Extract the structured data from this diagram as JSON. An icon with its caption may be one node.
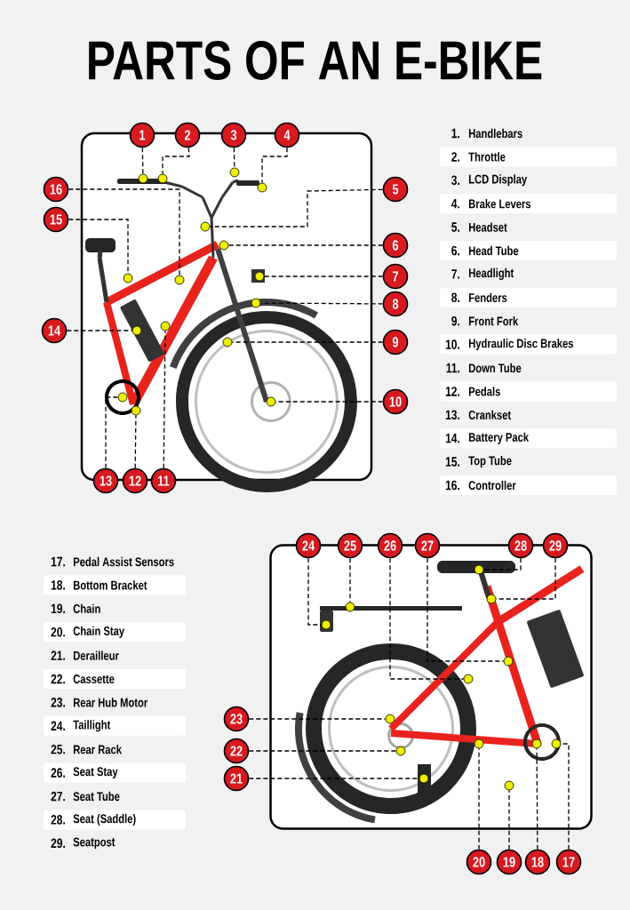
{
  "diagram": {
    "title": "PARTS OF AN E-BIKE",
    "nodes": [
      {
        "text": [],
        "shape": "picture"
      },
      {
        "text": [
          "1"
        ]
      },
      {
        "text": [
          "2"
        ]
      },
      {
        "text": [
          "3"
        ]
      },
      {
        "text": [
          "4"
        ]
      },
      {
        "text": [
          "5"
        ]
      },
      {
        "text": [
          "6"
        ]
      },
      {
        "text": [
          "7"
        ]
      },
      {
        "text": [
          "8"
        ]
      },
      {
        "text": [
          "9"
        ]
      },
      {
        "text": [
          "10"
        ]
      },
      {
        "text": [
          "11"
        ]
      },
      {
        "text": [
          "12"
        ]
      },
      {
        "text": [
          "13"
        ]
      },
      {
        "text": [
          "14"
        ]
      },
      {
        "text": [
          "15"
        ]
      },
      {
        "text": [
          "16"
        ]
      },
      {
        "text": [],
        "shape": "circle",
        "in": 0
      },
      {
        "text": [],
        "shape": "circle",
        "in": 0
      },
      {
        "text": [],
        "shape": "circle",
        "in": 0
      },
      {
        "text": [],
        "shape": "circle",
        "in": 0
      },
      {
        "text": [],
        "shape": "circle",
        "in": 0
      },
      {
        "text": [],
        "shape": "circle",
        "in": 0
      },
      {
        "text": [],
        "shape": "circle",
        "in": 0
      },
      {
        "text": [],
        "shape": "circle",
        "in": 0
      },
      {
        "text": [],
        "shape": "circle",
        "in": 0
      },
      {
        "text": [],
        "shape": "circle",
        "in": 0
      },
      {
        "text": [],
        "shape": "circle",
        "in": 0
      },
      {
        "text": [],
        "shape": "circle",
        "in": 0
      },
      {
        "text": [],
        "shape": "circle",
        "in": 0
      },
      {
        "text": [],
        "shape": "circle",
        "in": 0
      },
      {
        "text": [],
        "shape": "circle",
        "in": 0
      },
      {
        "text": [],
        "shape": "circle",
        "in": 0
      },
      {
        "text": [],
        "shape": "picture"
      },
      {
        "text": [
          "17"
        ]
      },
      {
        "text": [
          "18"
        ]
      },
      {
        "text": [
          "19"
        ]
      },
      {
        "text": [
          "20"
        ]
      },
      {
        "text": [
          "21"
        ]
      },
      {
        "text": [
          "22"
        ]
      },
      {
        "text": [
          "23"
        ]
      },
      {
        "text": [
          "24"
        ]
      },
      {
        "text": [
          "25"
        ]
      },
      {
        "text": [
          "26"
        ]
      },
      {
        "text": [
          "27"
        ]
      },
      {
        "text": [
          "28"
        ]
      },
      {
        "text": [
          "29"
        ]
      },
      {
        "text": [],
        "shape": "circle",
        "in": 33
      },
      {
        "text": [],
        "shape": "circle",
        "in": 33
      },
      {
        "text": [],
        "shape": "circle",
        "in": 33
      },
      {
        "text": [],
        "shape": "circle",
        "in": 33
      },
      {
        "text": [],
        "shape": "circle",
        "in": 33
      },
      {
        "text": [],
        "shape": "circle",
        "in": 33
      },
      {
        "text": [],
        "shape": "circle",
        "in": 33
      },
      {
        "text": [],
        "shape": "circle",
        "in": 33
      },
      {
        "text": [],
        "shape": "circle",
        "in": 33
      },
      {
        "text": [],
        "shape": "circle",
        "in": 33
      },
      {
        "text": [],
        "shape": "circle",
        "in": 33
      },
      {
        "text": [],
        "shape": "circle",
        "in": 33
      },
      {
        "text": [],
        "shape": "circle",
        "in": 33
      }
    ],
    "edges": [
      {
        "from": 1,
        "to": 17,
        "arrow": "none",
        "style": "dashed"
      },
      {
        "from": 2,
        "to": 18,
        "arrow": "none",
        "style": "dashed"
      },
      {
        "from": 3,
        "to": 19,
        "arrow": "none",
        "style": "dashed"
      },
      {
        "from": 4,
        "to": 20,
        "arrow": "none",
        "style": "dashed"
      },
      {
        "from": 5,
        "to": 21,
        "arrow": "none",
        "style": "dashed"
      },
      {
        "from": 6,
        "to": 22,
        "arrow": "none",
        "style": "dashed"
      },
      {
        "from": 7,
        "to": 23,
        "arrow": "none",
        "style": "dashed"
      },
      {
        "from": 8,
        "to": 24,
        "arrow": "none",
        "style": "dashed"
      },
      {
        "from": 9,
        "to": 25,
        "arrow": "none",
        "style": "dashed"
      },
      {
        "from": 10,
        "to": 26,
        "arrow": "none",
        "style": "dashed"
      },
      {
        "from": 11,
        "to": 27,
        "arrow": "none",
        "style": "dashed"
      },
      {
        "from": 12,
        "to": 28,
        "arrow": "none",
        "style": "dashed"
      },
      {
        "from": 13,
        "to": 29,
        "arrow": "none",
        "style": "dashed"
      },
      {
        "from": 14,
        "to": 30,
        "arrow": "none",
        "style": "dashed"
      },
      {
        "from": 15,
        "to": 31,
        "arrow": "none",
        "style": "dashed"
      },
      {
        "from": 16,
        "to": 32,
        "arrow": "none",
        "style": "dashed"
      },
      {
        "from": 34,
        "to": 47,
        "arrow": "none",
        "style": "dashed"
      },
      {
        "from": 35,
        "to": 48,
        "arrow": "none",
        "style": "dashed"
      },
      {
        "from": 36,
        "to": 49,
        "arrow": "none",
        "style": "dashed"
      },
      {
        "from": 37,
        "to": 50,
        "arrow": "none",
        "style": "dashed"
      },
      {
        "from": 38,
        "to": 51,
        "arrow": "none",
        "style": "dashed"
      },
      {
        "from": 39,
        "to": 52,
        "arrow": "none",
        "style": "dashed"
      },
      {
        "from": 40,
        "to": 53,
        "arrow": "none",
        "style": "dashed"
      },
      {
        "from": 41,
        "to": 54,
        "arrow": "none",
        "style": "dashed"
      },
      {
        "from": 42,
        "to": 55,
        "arrow": "none",
        "style": "dashed"
      },
      {
        "from": 43,
        "to": 56,
        "arrow": "none",
        "style": "dashed"
      },
      {
        "from": 44,
        "to": 57,
        "arrow": "none",
        "style": "dashed"
      },
      {
        "from": 45,
        "to": 58,
        "arrow": "none",
        "style": "dashed"
      },
      {
        "from": 46,
        "to": 59,
        "arrow": "none",
        "style": "dashed"
      }
    ],
    "labels": [
      "1.",
      "Handlebars",
      "2.",
      "Throttle",
      "3.",
      "LCD Display",
      "4.",
      "Brake Levers",
      "5.",
      "Headset",
      "6.",
      "Head Tube",
      "7.",
      "Headlight",
      "8.",
      "Fenders",
      "9.",
      "Front Fork",
      "10.",
      "Hydraulic Disc Brakes",
      "11.",
      "Down Tube",
      "12.",
      "Pedals",
      "13.",
      "Crankset",
      "14.",
      "Battery Pack",
      "15.",
      "Top Tube",
      "16.",
      "Controller",
      "17.",
      "Pedal Assist Sensors",
      "18.",
      "Bottom Bracket",
      "19.",
      "Chain",
      "20.",
      "Chain Stay",
      "21.",
      "Derailleur",
      "22.",
      "Cassette",
      "23.",
      "Rear Hub Motor",
      "24.",
      "Taillight",
      "25.",
      "Rear Rack",
      "26.",
      "Seat Stay",
      "27.",
      "Seat Tube",
      "28.",
      "Seat (Saddle)",
      "29.",
      "Seatpost"
    ]
  }
}
